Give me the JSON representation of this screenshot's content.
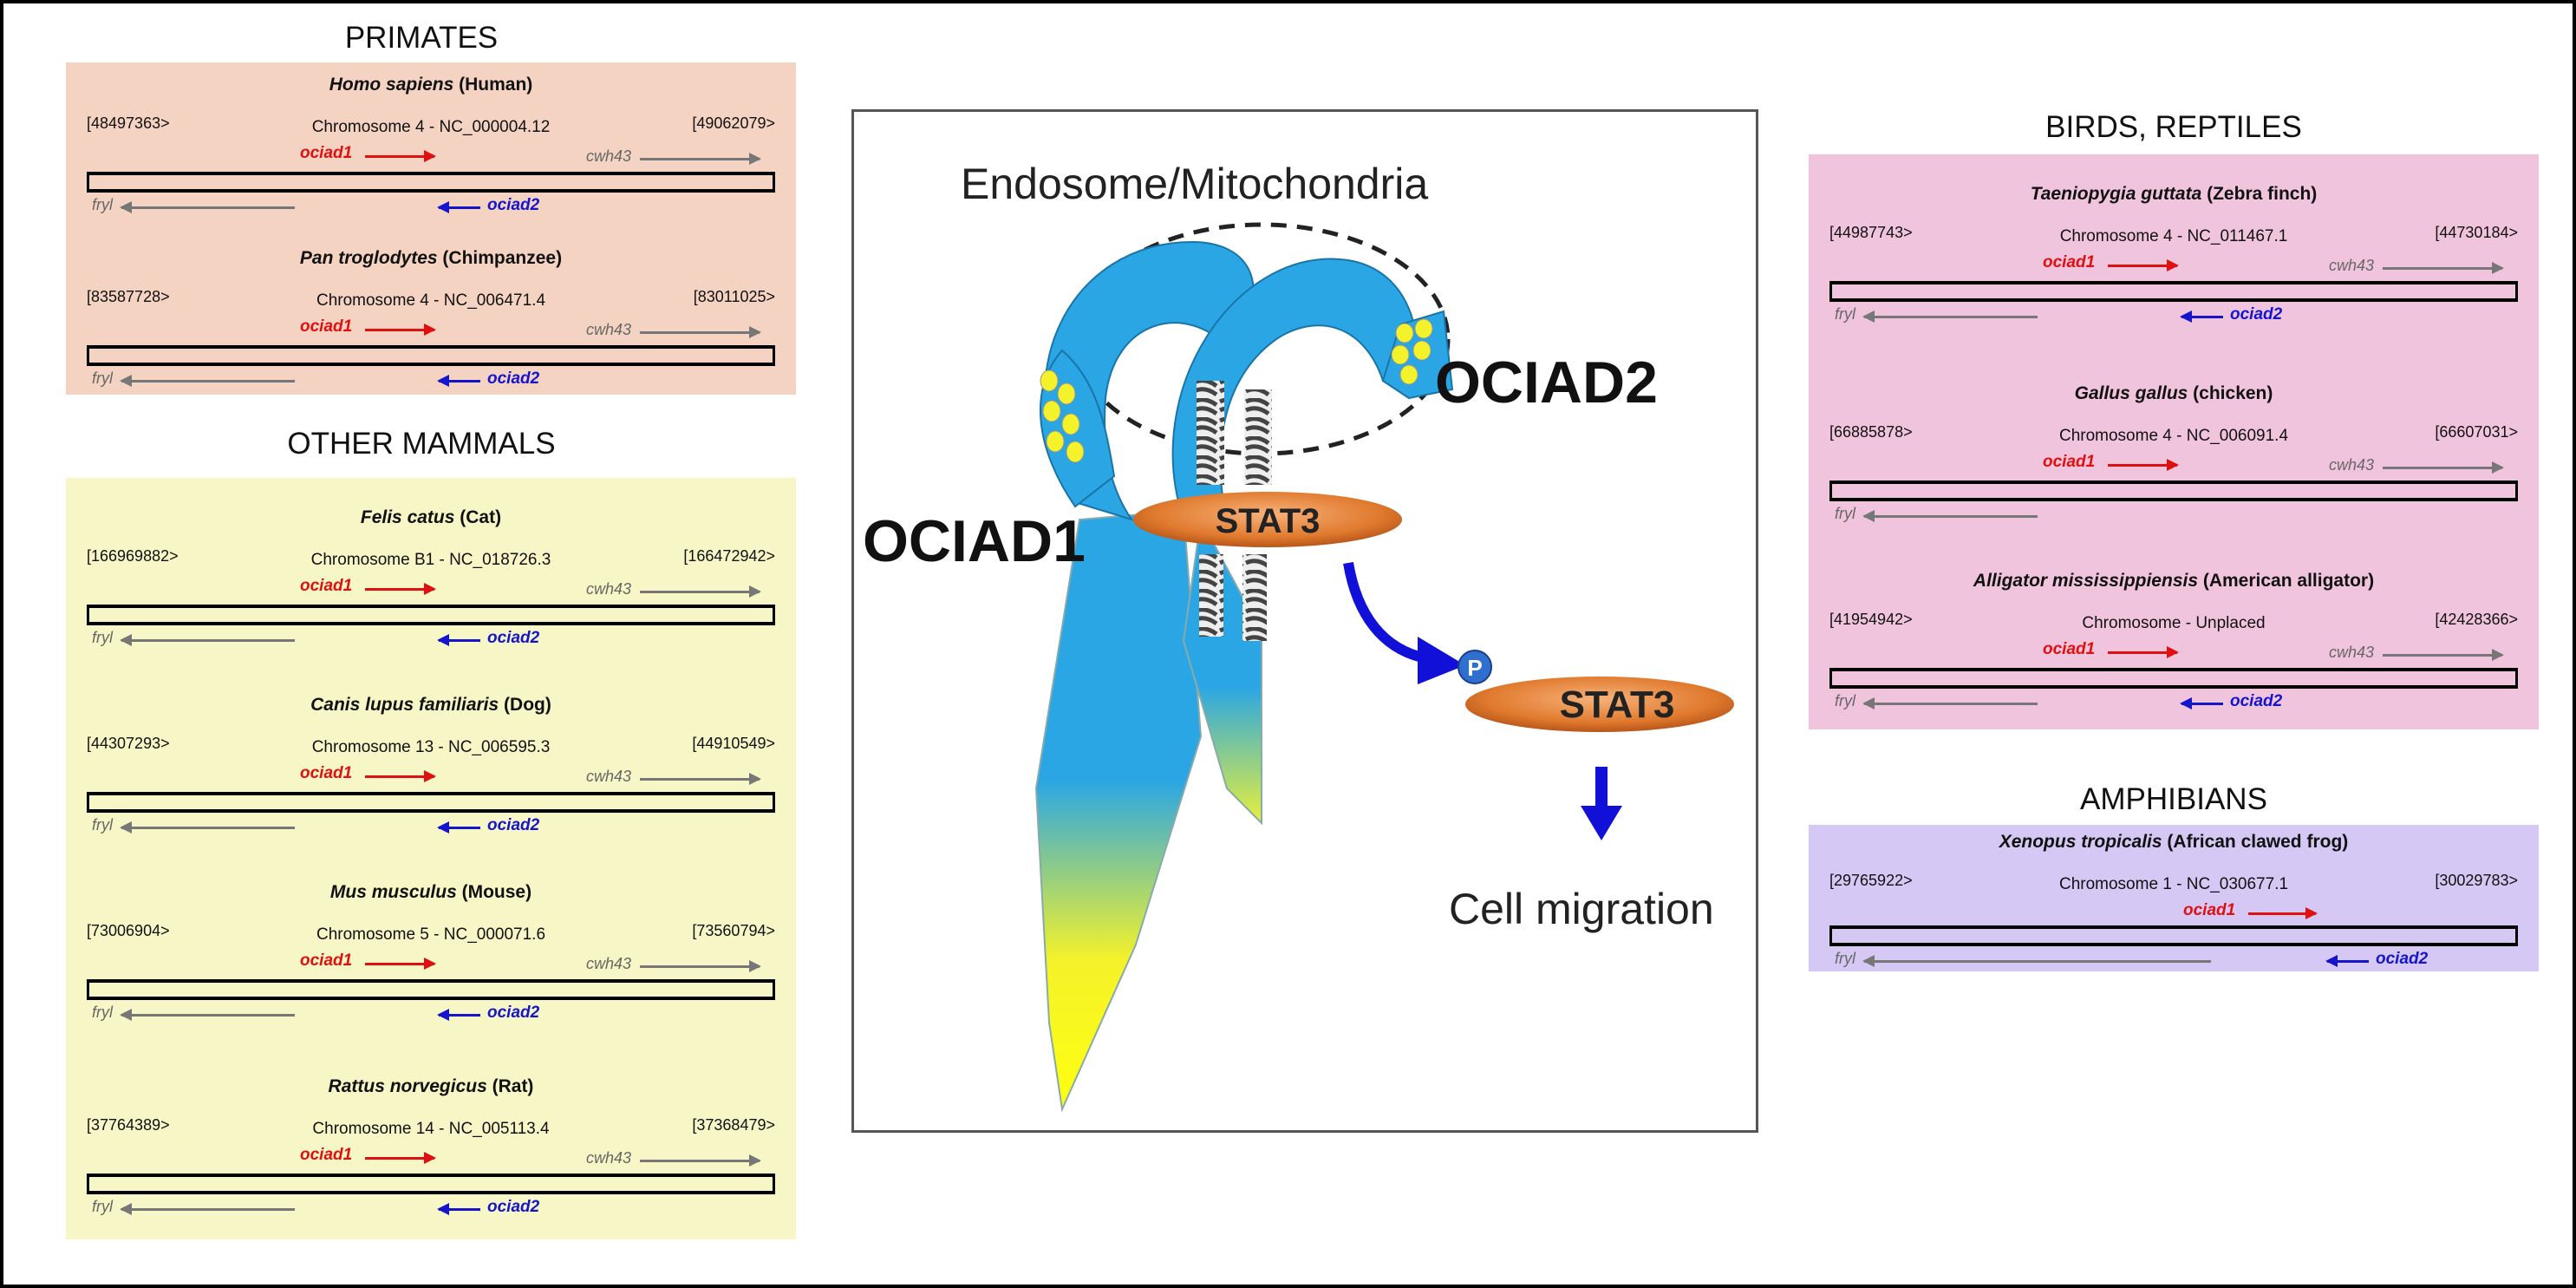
{
  "colors": {
    "primates": "#f5d3c2",
    "other_mammals": "#f6f6c6",
    "birds_reptiles": "#f1c4dd",
    "amphibians": "#d5c8f4",
    "ociad1": "#e01010",
    "ociad2": "#1515cc",
    "gray_gene": "#777777"
  },
  "groups": [
    {
      "title": "PRIMATES",
      "entries": [
        {
          "species_italic": "Homo sapiens",
          "common": " (Human)",
          "chromosome": "Chromosome 4 - NC_000004.12",
          "left": "[48497363>",
          "right": "[49062079>",
          "ociad2": true
        },
        {
          "species_italic": "Pan troglodytes",
          "common": " (Chimpanzee)",
          "chromosome": "Chromosome 4 - NC_006471.4",
          "left": "[83587728>",
          "right": "[83011025>",
          "ociad2": true
        }
      ]
    },
    {
      "title": "OTHER MAMMALS",
      "entries": [
        {
          "species_italic": "Felis catus",
          "common": " (Cat)",
          "chromosome": "Chromosome B1 - NC_018726.3",
          "left": "[166969882>",
          "right": "[166472942>",
          "ociad2": true
        },
        {
          "species_italic": "Canis lupus familiaris",
          "common": " (Dog)",
          "chromosome": "Chromosome 13 - NC_006595.3",
          "left": "[44307293>",
          "right": "[44910549>",
          "ociad2": true
        },
        {
          "species_italic": "Mus musculus",
          "common": " (Mouse)",
          "chromosome": "Chromosome 5 - NC_000071.6",
          "left": "[73006904>",
          "right": "[73560794>",
          "ociad2": true
        },
        {
          "species_italic": "Rattus norvegicus",
          "common": " (Rat)",
          "chromosome": "Chromosome 14 - NC_005113.4",
          "left": "[37764389>",
          "right": "[37368479>",
          "ociad2": true
        }
      ]
    },
    {
      "title": "BIRDS, REPTILES",
      "entries": [
        {
          "species_italic": "Taeniopygia guttata",
          "common": " (Zebra finch)",
          "chromosome": "Chromosome 4 - NC_011467.1",
          "left": "[44987743>",
          "right": "[44730184>",
          "ociad2": true
        },
        {
          "species_italic": "Gallus gallus",
          "common": " (chicken)",
          "chromosome": "Chromosome 4 - NC_006091.4",
          "left": "[66885878>",
          "right": "[66607031>",
          "ociad2": false
        },
        {
          "species_italic": "Alligator mississippiensis",
          "common": " (American alligator)",
          "chromosome": "Chromosome - Unplaced",
          "left": "[41954942>",
          "right": "[42428366>",
          "ociad2": true
        }
      ]
    },
    {
      "title": "AMPHIBIANS",
      "entries": [
        {
          "species_italic": "Xenopus tropicalis",
          "common": " (African clawed frog)",
          "chromosome": "Chromosome 1 - NC_030677.1",
          "left": "[29765922>",
          "right": "[30029783>",
          "ociad2": true,
          "no_cwh43": true
        }
      ]
    }
  ],
  "genes": {
    "ociad1": "ociad1",
    "ociad2": "ociad2",
    "cwh43": "cwh43",
    "fryl": "fryl"
  },
  "diagram": {
    "location": "Endosome/Mitochondria",
    "ociad1": "OCIAD1",
    "ociad2": "OCIAD2",
    "stat3": "STAT3",
    "phospho": "P",
    "outcome": "Cell migration"
  }
}
